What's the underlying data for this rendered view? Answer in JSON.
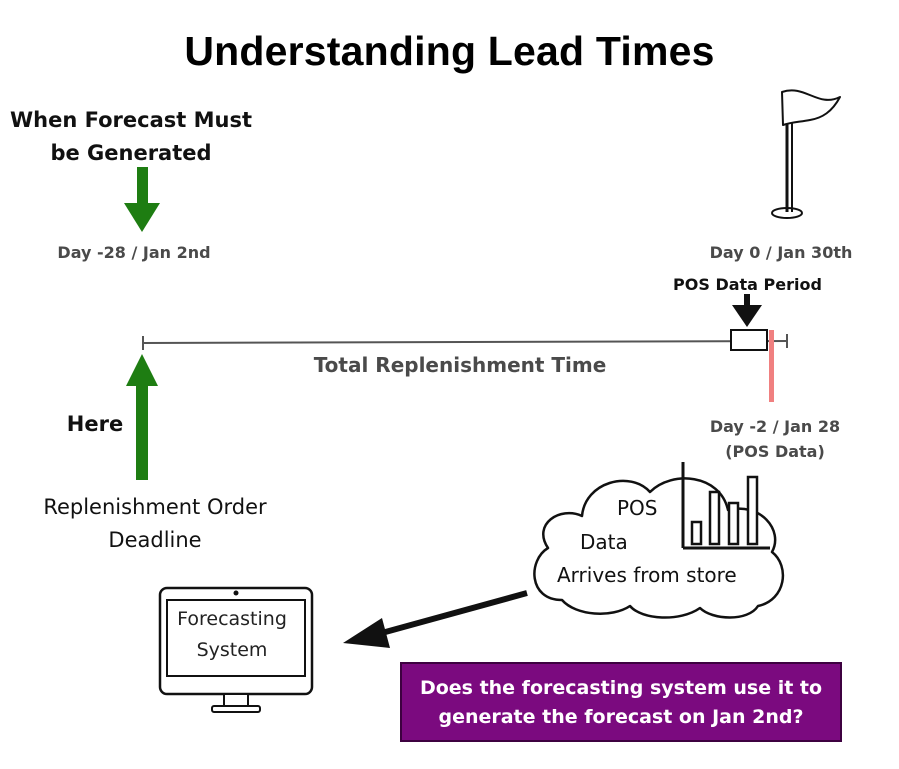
{
  "title": "Understanding Lead Times",
  "forecast_label": {
    "line1": "When Forecast Must",
    "line2": "be Generated"
  },
  "day_left": "Day -28 / Jan 2nd",
  "day_right": "Day 0 / Jan 30th",
  "pos_period": "POS Data Period",
  "total_replenishment": "Total Replenishment Time",
  "here": "Here",
  "replenishment_order": {
    "line1": "Replenishment Order",
    "line2": "Deadline"
  },
  "day_minus2": {
    "line1": "Day -2 / Jan 28",
    "line2": "(POS Data)"
  },
  "cloud": {
    "line1": "POS",
    "line2": "Data",
    "line3": "Arrives from store"
  },
  "monitor": {
    "line1": "Forecasting",
    "line2": "System"
  },
  "question": {
    "line1": "Does the forecasting system use it to",
    "line2": "generate the forecast on Jan 2nd?"
  },
  "colors": {
    "green_arrow": "#1e7d12",
    "question_bg": "#7b0a7f",
    "pos_marker": "#f08080",
    "timeline": "#555555"
  },
  "icons": [
    "flag-icon",
    "bar-chart-icon",
    "cloud-icon",
    "monitor-icon"
  ]
}
